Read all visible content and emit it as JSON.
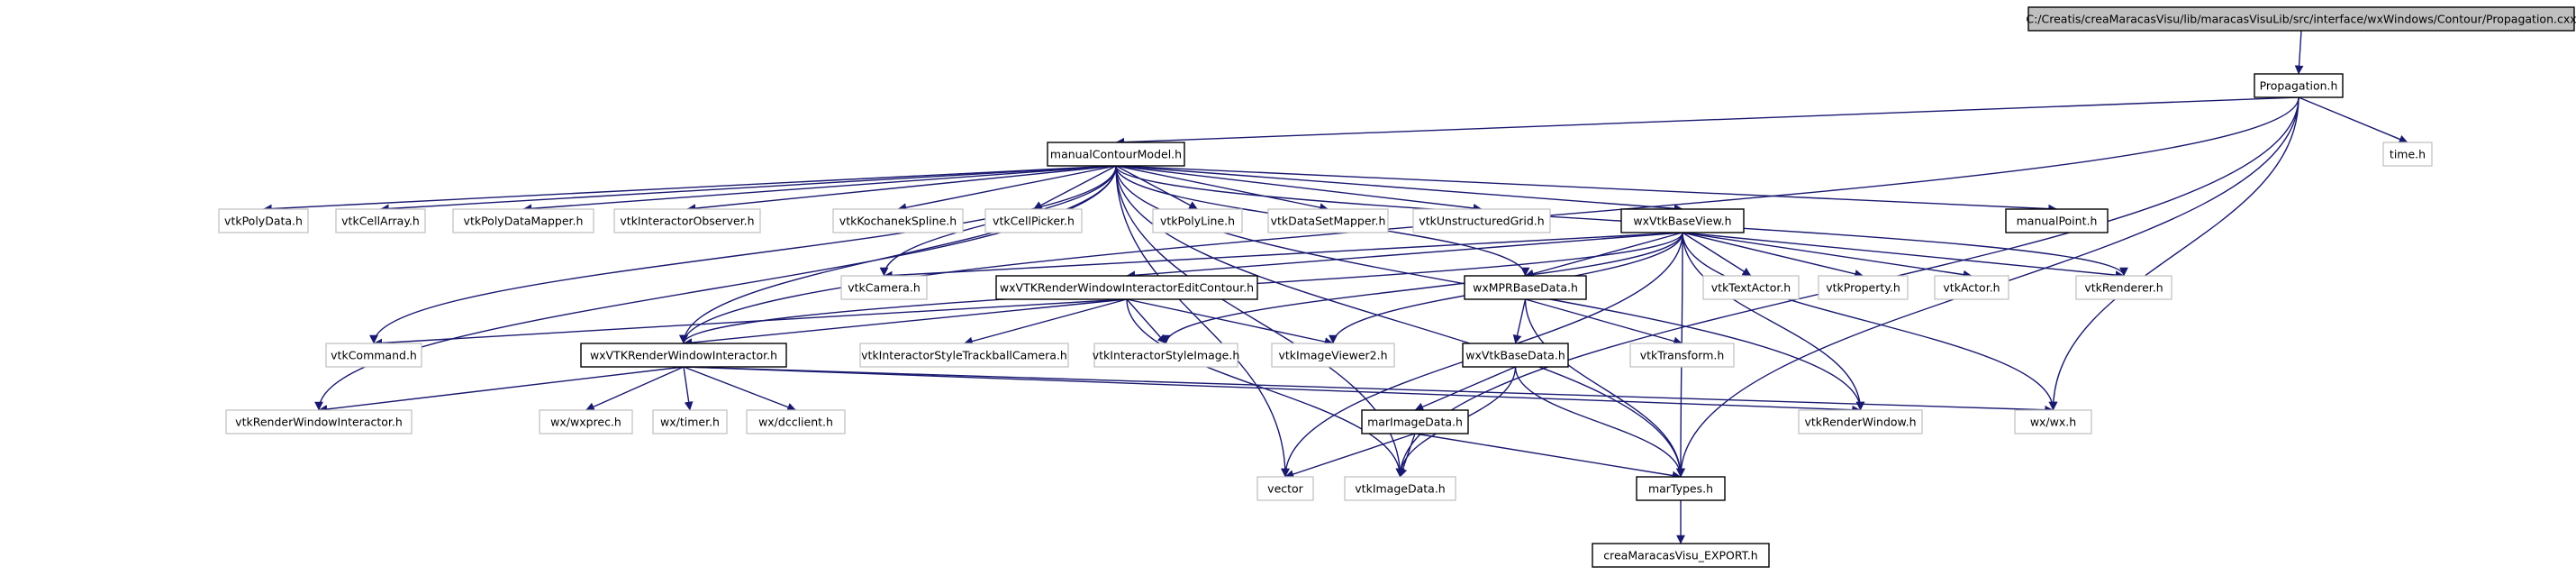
{
  "nodes": [
    {
      "id": "root",
      "label": "C:/Creatis/creaMaracasVisu/lib/maracasVisuLib/src/interface/wxWindows/Contour/Propagation.cxx",
      "style": "root"
    },
    {
      "id": "propagation",
      "label": "Propagation.h",
      "style": "dark"
    },
    {
      "id": "time",
      "label": "time.h",
      "style": "gray"
    },
    {
      "id": "manualContourModel",
      "label": "manualContourModel.h",
      "style": "dark"
    },
    {
      "id": "vtkPolyData",
      "label": "vtkPolyData.h",
      "style": "gray"
    },
    {
      "id": "vtkCellArray",
      "label": "vtkCellArray.h",
      "style": "gray"
    },
    {
      "id": "vtkPolyDataMapper",
      "label": "vtkPolyDataMapper.h",
      "style": "gray"
    },
    {
      "id": "vtkInteractorObserver",
      "label": "vtkInteractorObserver.h",
      "style": "gray"
    },
    {
      "id": "vtkKochanekSpline",
      "label": "vtkKochanekSpline.h",
      "style": "gray"
    },
    {
      "id": "vtkCellPicker",
      "label": "vtkCellPicker.h",
      "style": "gray"
    },
    {
      "id": "vtkPolyLine",
      "label": "vtkPolyLine.h",
      "style": "gray"
    },
    {
      "id": "vtkDataSetMapper",
      "label": "vtkDataSetMapper.h",
      "style": "gray"
    },
    {
      "id": "vtkUnstructuredGrid",
      "label": "vtkUnstructuredGrid.h",
      "style": "gray"
    },
    {
      "id": "wxVtkBaseView",
      "label": "wxVtkBaseView.h",
      "style": "dark"
    },
    {
      "id": "manualPoint",
      "label": "manualPoint.h",
      "style": "dark"
    },
    {
      "id": "vtkCamera",
      "label": "vtkCamera.h",
      "style": "gray"
    },
    {
      "id": "wxVTKRWIEditContour",
      "label": "wxVTKRenderWindowInteractorEditContour.h",
      "style": "dark"
    },
    {
      "id": "wxMPRBaseData",
      "label": "wxMPRBaseData.h",
      "style": "dark"
    },
    {
      "id": "vtkTextActor",
      "label": "vtkTextActor.h",
      "style": "gray"
    },
    {
      "id": "vtkProperty",
      "label": "vtkProperty.h",
      "style": "gray"
    },
    {
      "id": "vtkActor",
      "label": "vtkActor.h",
      "style": "gray"
    },
    {
      "id": "vtkRenderer",
      "label": "vtkRenderer.h",
      "style": "gray"
    },
    {
      "id": "vtkCommand",
      "label": "vtkCommand.h",
      "style": "gray"
    },
    {
      "id": "wxVTKRWI",
      "label": "wxVTKRenderWindowInteractor.h",
      "style": "dark"
    },
    {
      "id": "vtkISTrackballCamera",
      "label": "vtkInteractorStyleTrackballCamera.h",
      "style": "gray"
    },
    {
      "id": "vtkInteractorStyleImage",
      "label": "vtkInteractorStyleImage.h",
      "style": "gray"
    },
    {
      "id": "vtkImageViewer2",
      "label": "vtkImageViewer2.h",
      "style": "gray"
    },
    {
      "id": "wxVtkBaseData",
      "label": "wxVtkBaseData.h",
      "style": "dark"
    },
    {
      "id": "vtkTransform",
      "label": "vtkTransform.h",
      "style": "gray"
    },
    {
      "id": "vtkRenderWindowInteractor",
      "label": "vtkRenderWindowInteractor.h",
      "style": "gray"
    },
    {
      "id": "wxprec",
      "label": "wx/wxprec.h",
      "style": "gray"
    },
    {
      "id": "wxtimer",
      "label": "wx/timer.h",
      "style": "gray"
    },
    {
      "id": "wxdcclient",
      "label": "wx/dcclient.h",
      "style": "gray"
    },
    {
      "id": "vtkRenderWindow",
      "label": "vtkRenderWindow.h",
      "style": "gray"
    },
    {
      "id": "wxwx",
      "label": "wx/wx.h",
      "style": "gray"
    },
    {
      "id": "marImageData",
      "label": "marImageData.h",
      "style": "dark"
    },
    {
      "id": "vector",
      "label": "vector",
      "style": "gray"
    },
    {
      "id": "vtkImageData",
      "label": "vtkImageData.h",
      "style": "gray"
    },
    {
      "id": "marTypes",
      "label": "marTypes.h",
      "style": "dark"
    },
    {
      "id": "export",
      "label": "creaMaracasVisu_EXPORT.h",
      "style": "dark"
    }
  ],
  "edges": [
    [
      "root",
      "propagation"
    ],
    [
      "propagation",
      "time"
    ],
    [
      "propagation",
      "manualContourModel"
    ],
    [
      "propagation",
      "wxVTKRWI"
    ],
    [
      "propagation",
      "wxwx"
    ],
    [
      "propagation",
      "marTypes"
    ],
    [
      "propagation",
      "vtkImageData"
    ],
    [
      "manualContourModel",
      "vtkPolyData"
    ],
    [
      "manualContourModel",
      "vtkCellArray"
    ],
    [
      "manualContourModel",
      "vtkPolyDataMapper"
    ],
    [
      "manualContourModel",
      "vtkInteractorObserver"
    ],
    [
      "manualContourModel",
      "vtkKochanekSpline"
    ],
    [
      "manualContourModel",
      "vtkCellPicker"
    ],
    [
      "manualContourModel",
      "vtkPolyLine"
    ],
    [
      "manualContourModel",
      "vtkDataSetMapper"
    ],
    [
      "manualContourModel",
      "vtkUnstructuredGrid"
    ],
    [
      "manualContourModel",
      "wxVtkBaseView"
    ],
    [
      "manualContourModel",
      "manualPoint"
    ],
    [
      "manualContourModel",
      "vtkCamera"
    ],
    [
      "manualContourModel",
      "vtkRenderer"
    ],
    [
      "manualContourModel",
      "vtkRenderWindow"
    ],
    [
      "manualContourModel",
      "vtkCommand"
    ],
    [
      "manualContourModel",
      "wxVTKRWI"
    ],
    [
      "manualContourModel",
      "vtkRenderWindowInteractor"
    ],
    [
      "manualContourModel",
      "vector"
    ],
    [
      "manualContourModel",
      "vtkImageData"
    ],
    [
      "manualContourModel",
      "wxMPRBaseData"
    ],
    [
      "manualContourModel",
      "marTypes"
    ],
    [
      "wxVtkBaseView",
      "vtkCamera"
    ],
    [
      "wxVtkBaseView",
      "wxVTKRWIEditContour"
    ],
    [
      "wxVtkBaseView",
      "wxMPRBaseData"
    ],
    [
      "wxVtkBaseView",
      "vtkTextActor"
    ],
    [
      "wxVtkBaseView",
      "vtkProperty"
    ],
    [
      "wxVtkBaseView",
      "vtkActor"
    ],
    [
      "wxVtkBaseView",
      "vtkRenderer"
    ],
    [
      "wxVtkBaseView",
      "wxVTKRWI"
    ],
    [
      "wxVtkBaseView",
      "vtkInteractorStyleImage"
    ],
    [
      "wxVtkBaseView",
      "vtkImageViewer2"
    ],
    [
      "wxVtkBaseView",
      "vtkRenderWindow"
    ],
    [
      "wxVtkBaseView",
      "wxwx"
    ],
    [
      "wxVtkBaseView",
      "vector"
    ],
    [
      "wxVtkBaseView",
      "marTypes"
    ],
    [
      "wxVTKRWIEditContour",
      "vtkCommand"
    ],
    [
      "wxVTKRWIEditContour",
      "wxVTKRWI"
    ],
    [
      "wxVTKRWIEditContour",
      "vtkISTrackballCamera"
    ],
    [
      "wxVTKRWIEditContour",
      "vtkInteractorStyleImage"
    ],
    [
      "wxVTKRWIEditContour",
      "vtkImageViewer2"
    ],
    [
      "wxVTKRWIEditContour",
      "vtkImageData"
    ],
    [
      "wxMPRBaseData",
      "wxVtkBaseData"
    ],
    [
      "wxMPRBaseData",
      "vtkTransform"
    ],
    [
      "wxMPRBaseData",
      "marTypes"
    ],
    [
      "wxVTKRWI",
      "vtkRenderWindowInteractor"
    ],
    [
      "wxVTKRWI",
      "wxprec"
    ],
    [
      "wxVTKRWI",
      "wxtimer"
    ],
    [
      "wxVTKRWI",
      "wxdcclient"
    ],
    [
      "wxVTKRWI",
      "vtkRenderWindow"
    ],
    [
      "wxVTKRWI",
      "wxwx"
    ],
    [
      "wxVtkBaseData",
      "marImageData"
    ],
    [
      "wxVtkBaseData",
      "vtkImageData"
    ],
    [
      "wxVtkBaseData",
      "marTypes"
    ],
    [
      "marImageData",
      "vector"
    ],
    [
      "marImageData",
      "vtkImageData"
    ],
    [
      "marImageData",
      "marTypes"
    ],
    [
      "marTypes",
      "export"
    ]
  ]
}
